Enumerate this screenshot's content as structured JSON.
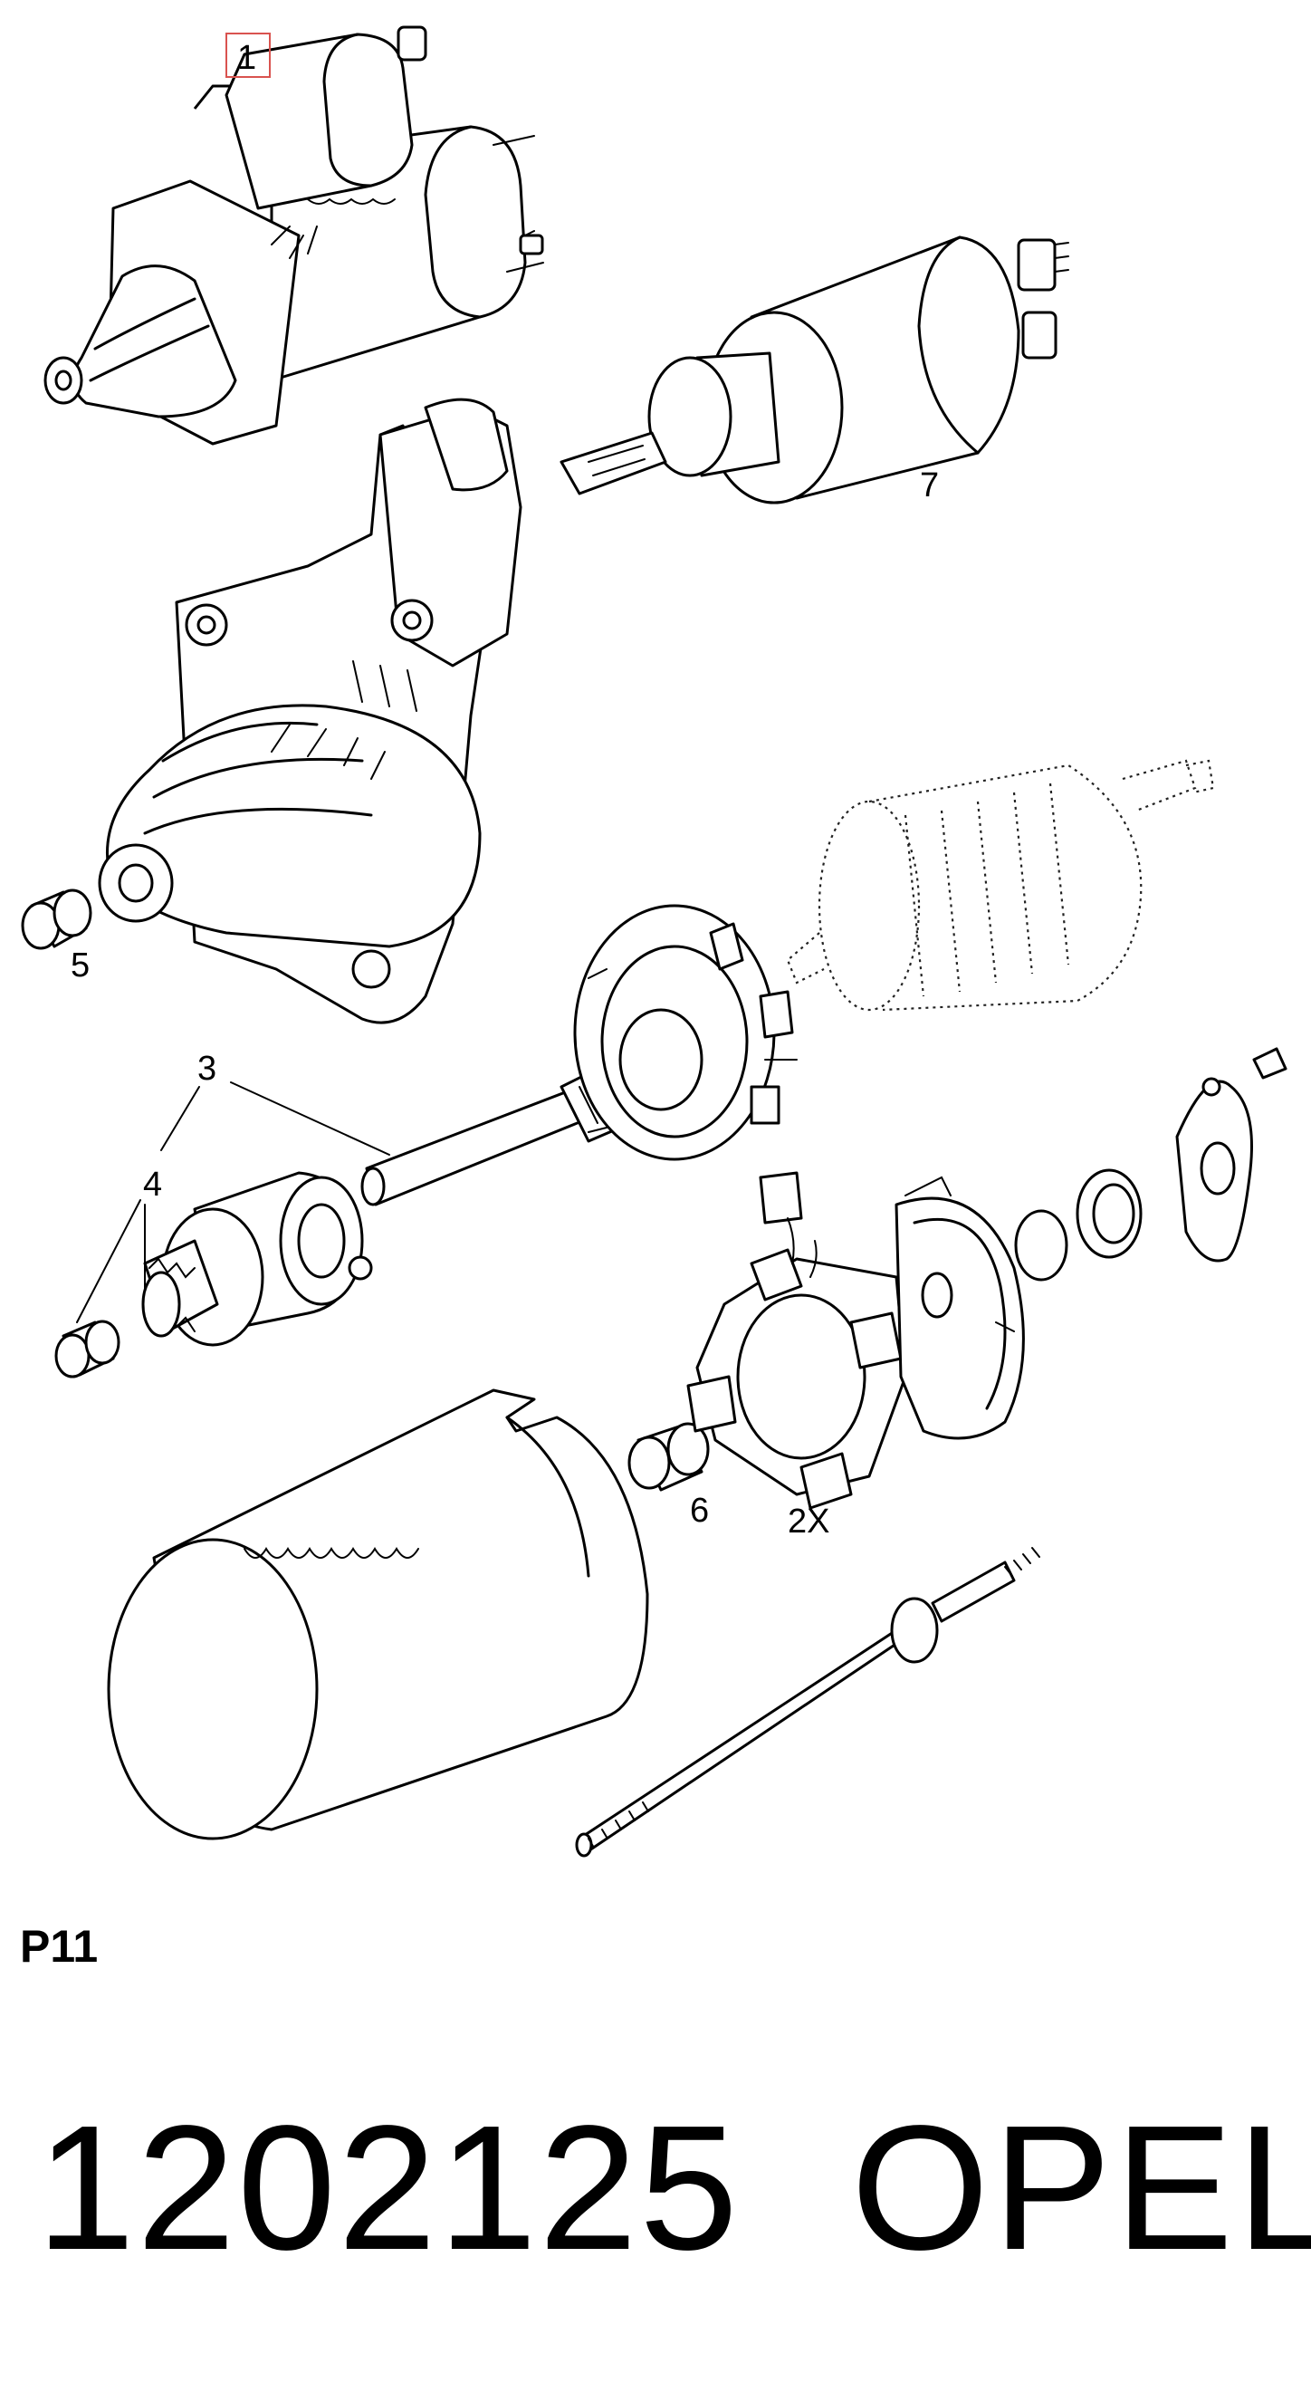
{
  "callouts": {
    "c1": "1",
    "c2x": "2X",
    "c3": "3",
    "c4": "4",
    "c5": "5",
    "c6": "6",
    "c7": "7"
  },
  "diagram_code": "P11",
  "part_number": "1202125",
  "brand": "OPEL",
  "colors": {
    "line": "#000000",
    "highlight_box": "#d9534f",
    "background": "#ffffff"
  }
}
